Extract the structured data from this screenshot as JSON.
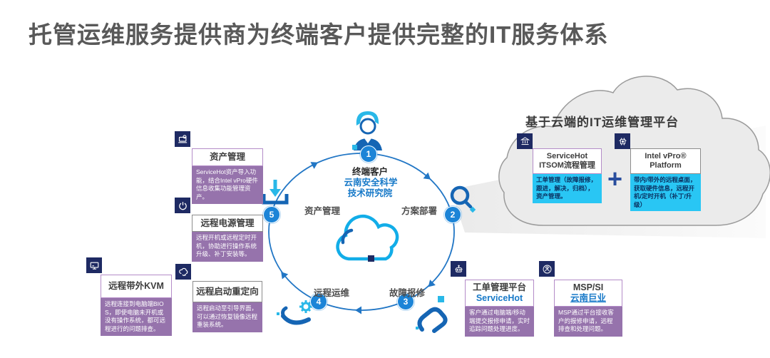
{
  "title": "托管运维服务提供商为终端客户提供完整的IT服务体系",
  "colors": {
    "accent_blue": "#1c84d7",
    "cycle_stroke": "#2176c5",
    "cyan": "#29c6f4",
    "navy_icon": "#1e2a63",
    "purple_body": "#9673ac",
    "purple_border": "#b48cc8",
    "link_blue": "#1779c8",
    "cloud_fill": "#ebebeb"
  },
  "cycle": {
    "center_icon": "cloud-icon",
    "steps": [
      {
        "num": "1",
        "label": "终端客户",
        "sublabel1": "云南安全科学",
        "sublabel2": "技术研究院",
        "icon": "person-icon"
      },
      {
        "num": "2",
        "label": "方案部署",
        "icon": "magnifier-icon"
      },
      {
        "num": "3",
        "label": "故障报修",
        "icon": "repair-hand-icon"
      },
      {
        "num": "4",
        "label": "远程运维",
        "icon": "service-hand-gear-icon"
      },
      {
        "num": "5",
        "label": "资产管理",
        "icon": "asset-import-icon"
      }
    ]
  },
  "left_boxes": [
    {
      "icon": "laptop-asset-icon",
      "title": "资产管理",
      "body": "ServiceHot资产导入功能，结合Intel vPro硬件信息收集功能管理资产。"
    },
    {
      "icon": "power-icon",
      "title": "远程电源管理",
      "body": "远程开机或远程定时开机，协助进行操作系统升级、补丁安装等。"
    },
    {
      "icon": "monitor-icon",
      "title": "远程带外KVM",
      "body": "远程连接到电脑端BIOS，即使电脑未开机或没有操作系统，都可远程进行的问题排查。"
    },
    {
      "icon": "cloud-redirect-icon",
      "title": "远程启动重定向",
      "body": "远程启动至引导界面，可以通过恢复镜像远程重装系统。"
    }
  ],
  "cloud_panel": {
    "title": "基于云端的IT运维管理平台",
    "left_box": {
      "icon": "platform-building-icon",
      "title_line1": "ServiceHot",
      "title_line2": "ITSOM流程管理",
      "body": "工单管理（故障报修，跟进，解决，归档），资产管理。"
    },
    "plus": "+",
    "right_box": {
      "icon": "chip-icon",
      "title_line1": "Intel vPro®",
      "title_line2": "Platform",
      "body": "带内/带外的远程桌面，获取硬件信息，远程开机/定时开机（补丁/升级）"
    }
  },
  "bottom_boxes": [
    {
      "icon": "robot-icon",
      "title_line1": "工单管理平台",
      "title_line2": "ServiceHot",
      "body": "客户通过电脑端/移动端提交报修申请，实时追踪问题处理进度。"
    },
    {
      "icon": "headset-agent-icon",
      "title_line1": "MSP/SI",
      "title_line2": "云南巨业",
      "body": "MSP通过平台接收客户的报修申请，远程排查和处理问题。"
    }
  ]
}
